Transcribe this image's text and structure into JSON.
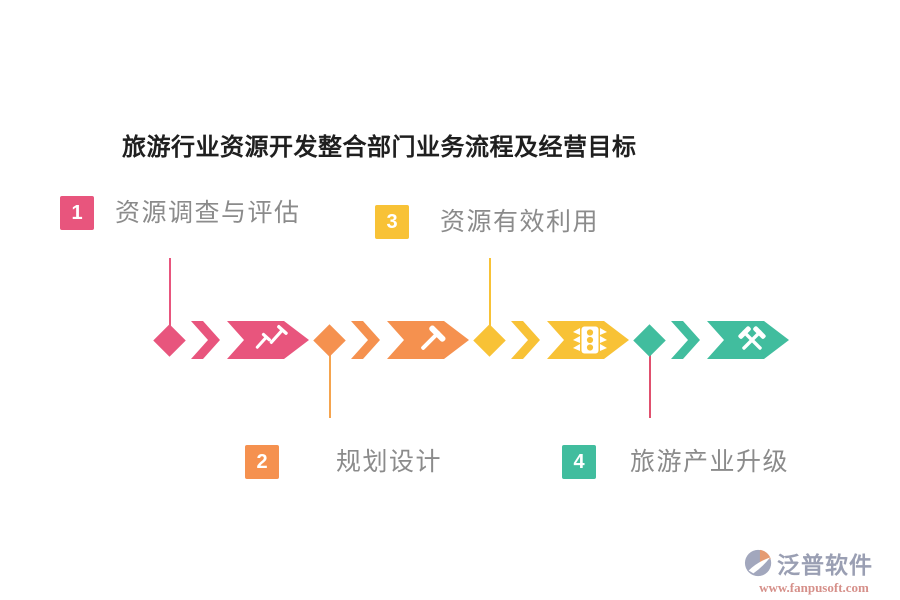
{
  "title": "旅游行业资源开发整合部门业务流程及经营目标",
  "steps": [
    {
      "number": "1",
      "label": "资源调查与评估",
      "color": "#e8557d"
    },
    {
      "number": "2",
      "label": "规划设计",
      "color": "#f5914f"
    },
    {
      "number": "3",
      "label": "资源有效利用",
      "color": "#f8c236"
    },
    {
      "number": "4",
      "label": "旅游产业升级",
      "color": "#41bd9e"
    }
  ],
  "flow": {
    "segments": [
      {
        "icon": "nails-icon",
        "color": "#e8557d"
      },
      {
        "icon": "hammer-icon",
        "color": "#f5914f"
      },
      {
        "icon": "traffic-light-icon",
        "color": "#f8c236"
      },
      {
        "icon": "crossed-hammers-icon",
        "color": "#41bd9e"
      }
    ],
    "connectors": [
      {
        "color": "#e8557d"
      },
      {
        "color": "#f5a44e"
      },
      {
        "color": "#f8c236"
      },
      {
        "color": "#e0506e"
      }
    ]
  },
  "branding": {
    "name": "泛普软件",
    "url": "www.fanpusoft.com",
    "name_color": "#9a9fb3",
    "url_color": "#d6908a"
  }
}
